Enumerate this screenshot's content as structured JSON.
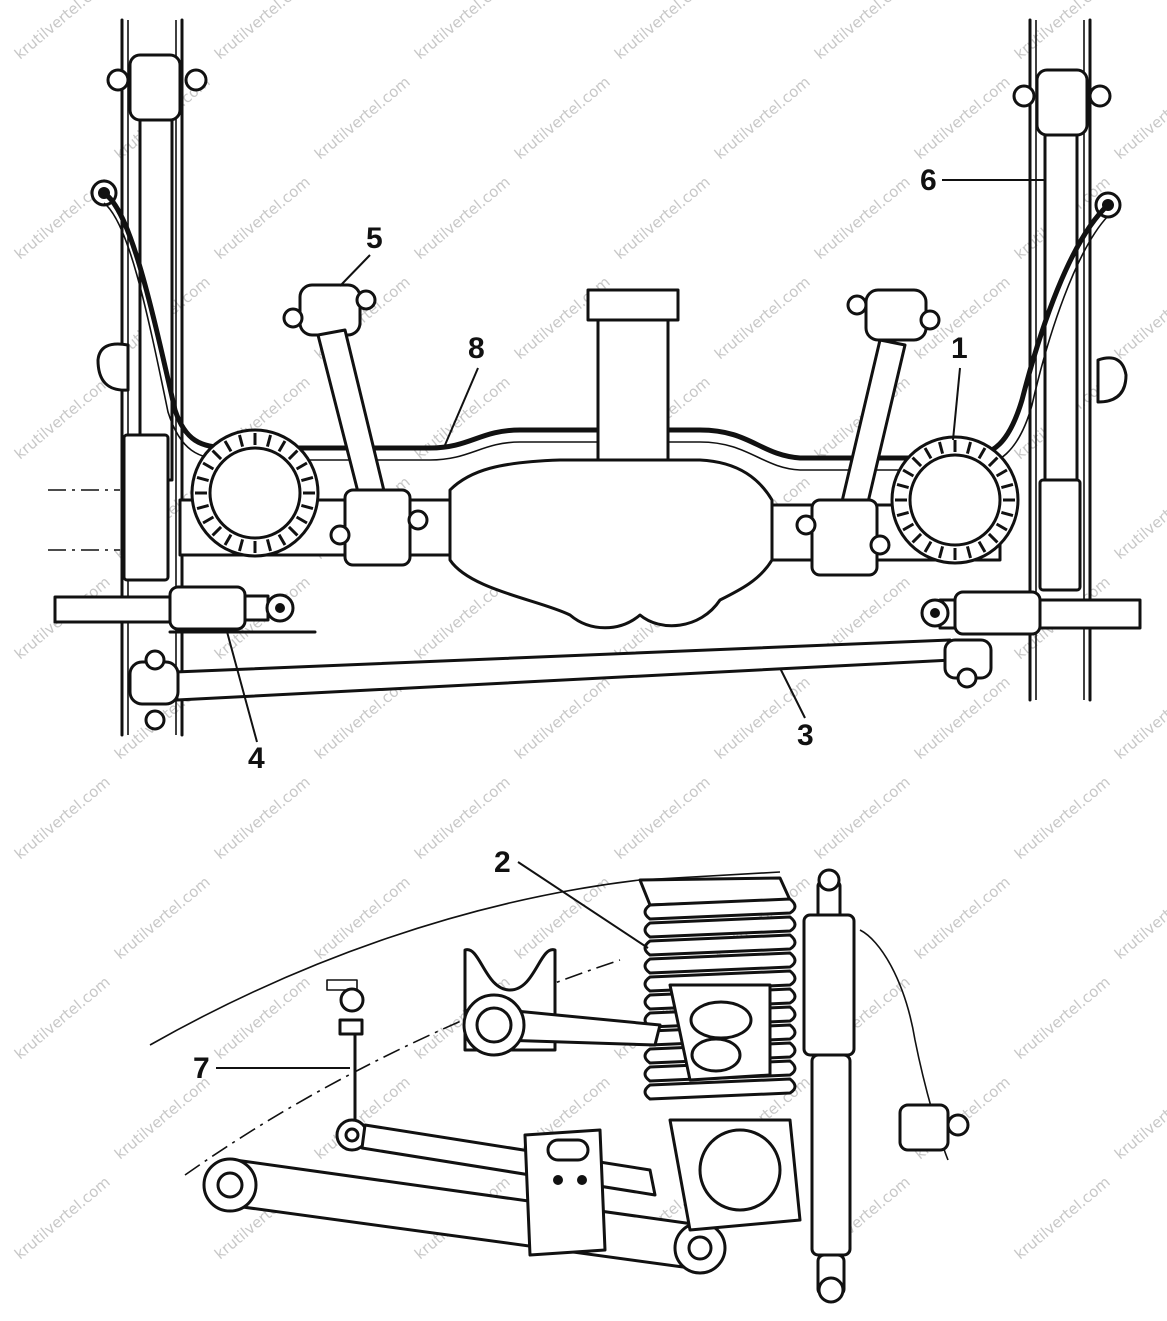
{
  "watermark": "krutilvertel.com",
  "callouts": {
    "c1": "1",
    "c2": "2",
    "c3": "3",
    "c4": "4",
    "c5": "5",
    "c6": "6",
    "c7": "7",
    "c8": "8"
  }
}
